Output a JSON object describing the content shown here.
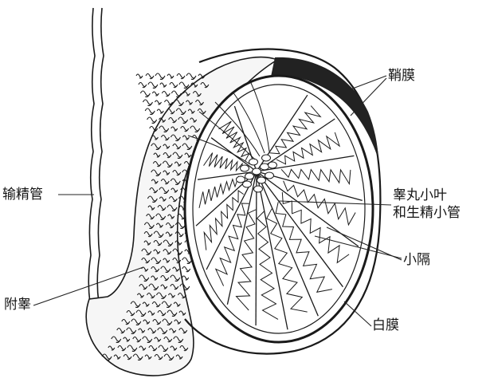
{
  "figure": {
    "labels": {
      "tunica_vaginalis": "鞘膜",
      "vas_deferens": "输精管",
      "lobules_line1": "睾丸小叶",
      "lobules_line2": "和生精小管",
      "septa": "小隔",
      "epididymis": "附睾",
      "tunica_albuginea": "白膜"
    },
    "colors": {
      "ink": "#1a1a1a",
      "paper": "#ffffff"
    }
  }
}
